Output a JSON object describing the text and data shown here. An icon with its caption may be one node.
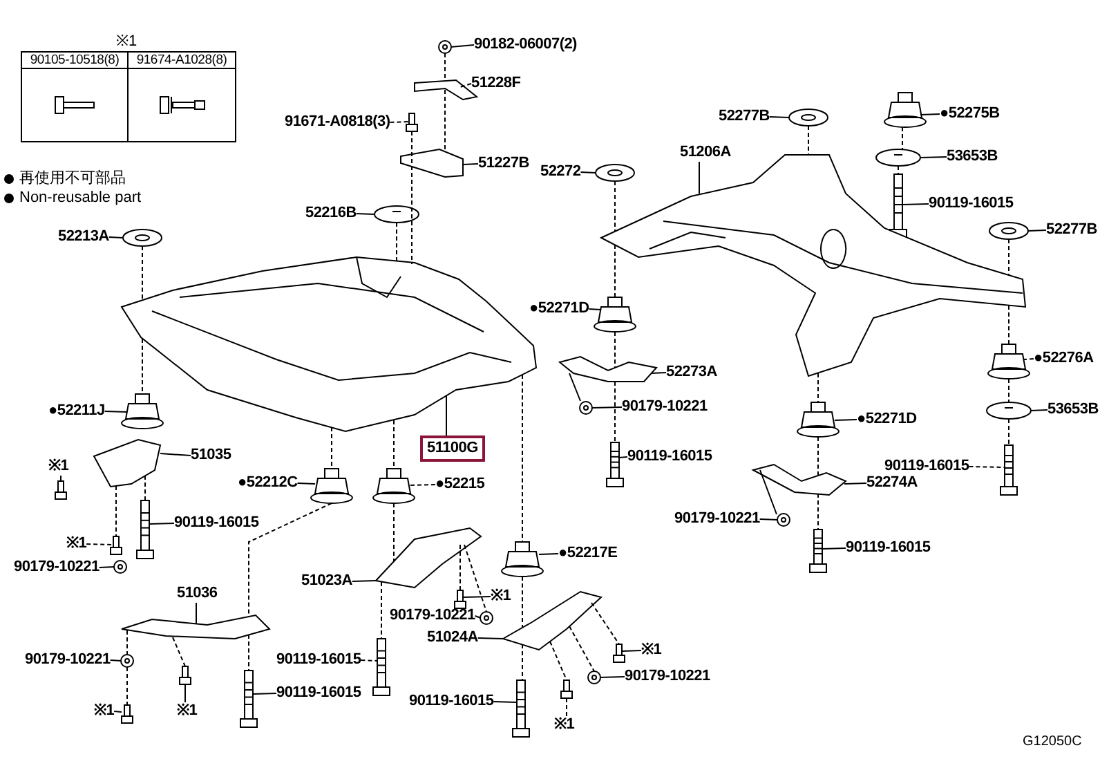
{
  "diagram": {
    "nodes": [
      {
        "text": [
          "90182-06007(2)"
        ]
      },
      {
        "text": [
          "51228F"
        ]
      },
      {
        "text": [
          "91671-A0818(3)"
        ]
      },
      {
        "text": [
          "51227B"
        ]
      },
      {
        "text": [
          "52216B"
        ]
      },
      {
        "text": [
          "52272"
        ]
      },
      {
        "text": [
          "52277B"
        ]
      },
      {
        "text": [
          "51206A"
        ]
      },
      {
        "text": [
          "●52275B"
        ]
      },
      {
        "text": [
          "53653B"
        ]
      },
      {
        "text": [
          "90119-16015"
        ]
      },
      {
        "text": [
          "52277B"
        ]
      },
      {
        "text": [
          "52213A"
        ]
      },
      {
        "text": [
          "●52271D"
        ]
      },
      {
        "text": [
          "52273A"
        ]
      },
      {
        "text": [
          "●52276A"
        ]
      },
      {
        "text": [
          "90179-10221"
        ]
      },
      {
        "text": [
          "●52211J"
        ]
      },
      {
        "text": [
          "53653B"
        ]
      },
      {
        "text": [
          "51100G"
        ]
      },
      {
        "text": [
          "●52271D"
        ]
      },
      {
        "text": [
          "51035"
        ]
      },
      {
        "text": [
          "90119-16015"
        ]
      },
      {
        "text": [
          "※1"
        ]
      },
      {
        "text": [
          "●52212C"
        ]
      },
      {
        "text": [
          "●52215"
        ]
      },
      {
        "text": [
          "90119-16015"
        ]
      },
      {
        "text": [
          "52274A"
        ]
      },
      {
        "text": [
          "90119-16015"
        ]
      },
      {
        "text": [
          "90179-10221"
        ]
      },
      {
        "text": [
          "※1"
        ]
      },
      {
        "text": [
          "●52217E"
        ]
      },
      {
        "text": [
          "90119-16015"
        ]
      },
      {
        "text": [
          "90179-10221"
        ]
      },
      {
        "text": [
          "51023A"
        ]
      },
      {
        "text": [
          "※1"
        ]
      },
      {
        "text": [
          "51036"
        ]
      },
      {
        "text": [
          "90179-10221"
        ]
      },
      {
        "text": [
          "51024A"
        ]
      },
      {
        "text": [
          "※1"
        ]
      },
      {
        "text": [
          "90179-10221"
        ]
      },
      {
        "text": [
          "90119-16015"
        ]
      },
      {
        "text": [
          "90119-16015"
        ]
      },
      {
        "text": [
          "90179-10221"
        ]
      },
      {
        "text": [
          "90119-16015"
        ]
      },
      {
        "text": [
          "※1"
        ]
      },
      {
        "text": [
          "※1"
        ]
      },
      {
        "text": [
          "※1"
        ]
      },
      {
        "text": [],
        "shape": "nut"
      },
      {
        "text": [],
        "shape": "bracket"
      },
      {
        "text": [],
        "shape": "screw"
      },
      {
        "text": [],
        "shape": "bracket"
      },
      {
        "text": [],
        "shape": "disc"
      },
      {
        "text": [],
        "shape": "washer"
      },
      {
        "text": [],
        "shape": "washer"
      },
      {
        "text": [],
        "shape": "frame"
      },
      {
        "text": [],
        "shape": "bushing"
      },
      {
        "text": [],
        "shape": "disc"
      },
      {
        "text": [],
        "shape": "bolt"
      },
      {
        "text": [],
        "shape": "washer"
      },
      {
        "text": [],
        "shape": "washer"
      },
      {
        "text": [],
        "shape": "bushing"
      },
      {
        "text": [],
        "shape": "bracket"
      },
      {
        "text": [],
        "shape": "bushing"
      },
      {
        "text": [],
        "shape": "nut"
      },
      {
        "text": [],
        "shape": "bushing"
      },
      {
        "text": [],
        "shape": "disc"
      },
      {
        "text": [],
        "shape": "frame"
      },
      {
        "text": [],
        "shape": "bushing"
      },
      {
        "text": [],
        "shape": "bracket"
      },
      {
        "text": [],
        "shape": "bolt"
      },
      {
        "text": [],
        "shape": "screw"
      },
      {
        "text": [],
        "shape": "bushing"
      },
      {
        "text": [],
        "shape": "bushing"
      },
      {
        "text": [],
        "shape": "bolt"
      },
      {
        "text": [],
        "shape": "bracket"
      },
      {
        "text": [],
        "shape": "bolt"
      },
      {
        "text": [],
        "shape": "nut"
      },
      {
        "text": [],
        "shape": "screw"
      },
      {
        "text": [],
        "shape": "bushing"
      },
      {
        "text": [],
        "shape": "bolt"
      },
      {
        "text": [],
        "shape": "nut"
      },
      {
        "text": [],
        "shape": "bracket"
      },
      {
        "text": [],
        "shape": "screw"
      },
      {
        "text": [],
        "shape": "bracket"
      },
      {
        "text": [],
        "shape": "nut"
      },
      {
        "text": [],
        "shape": "bracket"
      },
      {
        "text": [],
        "shape": "screw"
      },
      {
        "text": [],
        "shape": "nut"
      },
      {
        "text": [],
        "shape": "bolt"
      },
      {
        "text": [],
        "shape": "bolt"
      },
      {
        "text": [],
        "shape": "nut"
      },
      {
        "text": [],
        "shape": "bolt"
      },
      {
        "text": [],
        "shape": "screw"
      },
      {
        "text": [],
        "shape": "screw"
      },
      {
        "text": [],
        "shape": "screw"
      }
    ],
    "edges": [
      {
        "from": 0,
        "to": 48,
        "arrow": "none"
      },
      {
        "from": 1,
        "to": 49,
        "arrow": "none",
        "style": "dashed"
      },
      {
        "from": 2,
        "to": 50,
        "arrow": "none",
        "style": "dashed"
      },
      {
        "from": 3,
        "to": 51,
        "arrow": "none"
      },
      {
        "from": 4,
        "to": 52,
        "arrow": "none"
      },
      {
        "from": 5,
        "to": 53,
        "arrow": "none"
      },
      {
        "from": 6,
        "to": 54,
        "arrow": "none"
      },
      {
        "from": 7,
        "to": 67,
        "arrow": "none"
      },
      {
        "from": 8,
        "to": 56,
        "arrow": "none"
      },
      {
        "from": 9,
        "to": 57,
        "arrow": "none"
      },
      {
        "from": 10,
        "to": 58,
        "arrow": "none"
      },
      {
        "from": 11,
        "to": 59,
        "arrow": "none"
      },
      {
        "from": 12,
        "to": 60,
        "arrow": "none"
      },
      {
        "from": 13,
        "to": 61,
        "arrow": "none"
      },
      {
        "from": 14,
        "to": 62,
        "arrow": "none"
      },
      {
        "from": 15,
        "to": 63,
        "arrow": "none",
        "style": "dashed"
      },
      {
        "from": 16,
        "to": 64,
        "arrow": "none"
      },
      {
        "from": 17,
        "to": 65,
        "arrow": "none"
      },
      {
        "from": 18,
        "to": 66,
        "arrow": "none"
      },
      {
        "from": 19,
        "to": 55,
        "arrow": "none"
      },
      {
        "from": 20,
        "to": 68,
        "arrow": "none"
      },
      {
        "from": 21,
        "to": 69,
        "arrow": "none"
      },
      {
        "from": 22,
        "to": 70,
        "arrow": "none"
      },
      {
        "from": 23,
        "to": 71,
        "arrow": "none"
      },
      {
        "from": 24,
        "to": 72,
        "arrow": "none"
      },
      {
        "from": 25,
        "to": 73,
        "arrow": "none",
        "style": "dashed"
      },
      {
        "from": 26,
        "to": 74,
        "arrow": "none",
        "style": "dashed"
      },
      {
        "from": 27,
        "to": 75,
        "arrow": "none"
      },
      {
        "from": 28,
        "to": 76,
        "arrow": "none"
      },
      {
        "from": 29,
        "to": 77,
        "arrow": "none"
      },
      {
        "from": 30,
        "to": 78,
        "arrow": "none",
        "style": "dashed"
      },
      {
        "from": 31,
        "to": 79,
        "arrow": "none"
      },
      {
        "from": 32,
        "to": 80,
        "arrow": "none"
      },
      {
        "from": 33,
        "to": 81,
        "arrow": "none"
      },
      {
        "from": 34,
        "to": 82,
        "arrow": "none"
      },
      {
        "from": 35,
        "to": 83,
        "arrow": "none"
      },
      {
        "from": 36,
        "to": 84,
        "arrow": "none"
      },
      {
        "from": 37,
        "to": 85,
        "arrow": "none"
      },
      {
        "from": 38,
        "to": 86,
        "arrow": "none"
      },
      {
        "from": 39,
        "to": 87,
        "arrow": "none"
      },
      {
        "from": 40,
        "to": 88,
        "arrow": "none"
      },
      {
        "from": 41,
        "to": 89,
        "arrow": "none",
        "style": "dashed"
      },
      {
        "from": 42,
        "to": 90,
        "arrow": "none"
      },
      {
        "from": 43,
        "to": 91,
        "arrow": "none"
      },
      {
        "from": 44,
        "to": 92,
        "arrow": "none"
      },
      {
        "from": 45,
        "to": 93,
        "arrow": "none"
      },
      {
        "from": 46,
        "to": 94,
        "arrow": "none"
      },
      {
        "from": 47,
        "to": 95,
        "arrow": "none",
        "style": "dashed"
      },
      {
        "from": 48,
        "to": 49,
        "arrow": "none",
        "style": "dashed"
      },
      {
        "from": 49,
        "to": 51,
        "arrow": "none",
        "style": "dashed"
      },
      {
        "from": 50,
        "to": 55,
        "arrow": "none",
        "style": "dashed"
      },
      {
        "from": 52,
        "to": 55,
        "arrow": "none",
        "style": "dashed"
      },
      {
        "from": 55,
        "to": 73,
        "arrow": "none",
        "style": "dashed"
      },
      {
        "from": 60,
        "to": 55,
        "arrow": "none",
        "style": "dashed"
      },
      {
        "from": 55,
        "to": 65,
        "arrow": "none",
        "style": "dashed"
      },
      {
        "from": 53,
        "to": 67,
        "arrow": "none",
        "style": "dashed"
      },
      {
        "from": 67,
        "to": 61,
        "arrow": "none",
        "style": "dashed"
      },
      {
        "from": 61,
        "to": 62,
        "arrow": "none",
        "style": "dashed"
      },
      {
        "from": 62,
        "to": 70,
        "arrow": "none",
        "style": "dashed"
      },
      {
        "from": 54,
        "to": 67,
        "arrow": "none",
        "style": "dashed"
      },
      {
        "from": 67,
        "to": 68,
        "arrow": "none",
        "style": "dashed"
      },
      {
        "from": 68,
        "to": 75,
        "arrow": "none",
        "style": "dashed"
      },
      {
        "from": 75,
        "to": 80,
        "arrow": "none",
        "style": "dashed"
      },
      {
        "from": 56,
        "to": 57,
        "arrow": "none",
        "style": "dashed"
      },
      {
        "from": 57,
        "to": 58,
        "arrow": "none",
        "style": "dashed"
      },
      {
        "from": 59,
        "to": 67,
        "arrow": "none",
        "style": "dashed"
      },
      {
        "from": 67,
        "to": 63,
        "arrow": "none",
        "style": "dashed"
      },
      {
        "from": 63,
        "to": 66,
        "arrow": "none",
        "style": "dashed"
      },
      {
        "from": 66,
        "to": 74,
        "arrow": "none",
        "style": "dashed"
      },
      {
        "from": 55,
        "to": 72,
        "arrow": "none",
        "style": "dashed"
      },
      {
        "from": 72,
        "to": 84,
        "arrow": "none",
        "style": "dashed"
      },
      {
        "from": 84,
        "to": 90,
        "arrow": "none",
        "style": "dashed"
      },
      {
        "from": 73,
        "to": 82,
        "arrow": "none",
        "style": "dashed"
      },
      {
        "from": 82,
        "to": 89,
        "arrow": "none",
        "style": "dashed"
      },
      {
        "from": 55,
        "to": 79,
        "arrow": "none",
        "style": "dashed"
      },
      {
        "from": 79,
        "to": 86,
        "arrow": "none",
        "style": "dashed"
      },
      {
        "from": 86,
        "to": 92,
        "arrow": "none",
        "style": "dashed"
      },
      {
        "from": 69,
        "to": 76,
        "arrow": "none",
        "style": "dashed"
      },
      {
        "from": 69,
        "to": 78,
        "arrow": "none",
        "style": "dashed"
      },
      {
        "from": 84,
        "to": 88,
        "arrow": "none",
        "style": "dashed"
      },
      {
        "from": 88,
        "to": 93,
        "arrow": "none",
        "style": "dashed"
      },
      {
        "from": 84,
        "to": 94,
        "arrow": "none",
        "style": "dashed"
      },
      {
        "from": 82,
        "to": 83,
        "arrow": "none",
        "style": "dashed"
      },
      {
        "from": 82,
        "to": 85,
        "arrow": "none",
        "style": "dashed"
      },
      {
        "from": 86,
        "to": 87,
        "arrow": "none",
        "style": "dashed"
      },
      {
        "from": 86,
        "to": 91,
        "arrow": "none",
        "style": "dashed"
      },
      {
        "from": 86,
        "to": 95,
        "arrow": "none",
        "style": "dashed"
      }
    ],
    "labels": [
      "※1",
      "90105-10518(8)",
      "91674-A1028(8)",
      "G12050C"
    ],
    "legend": [
      {
        "text": "再使用不可部品"
      },
      {
        "text": "Non-reusable part"
      }
    ]
  }
}
